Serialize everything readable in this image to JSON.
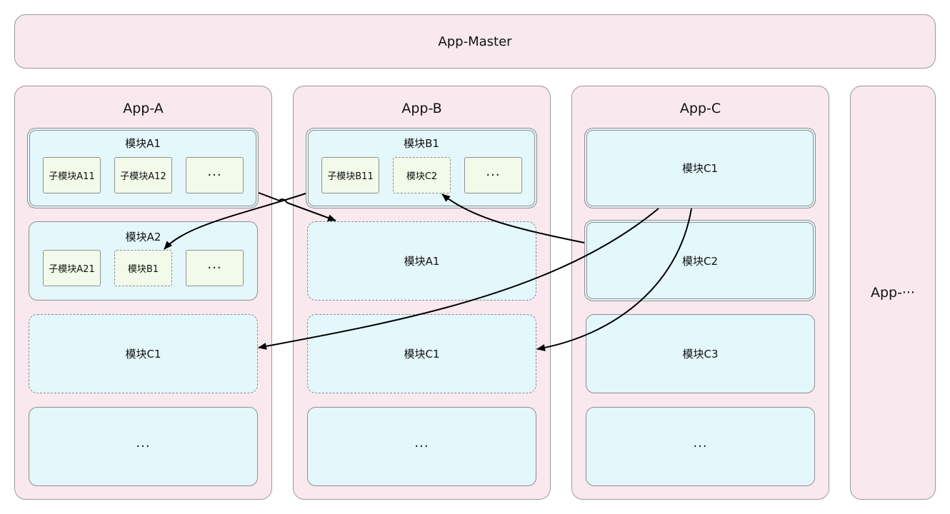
{
  "master": {
    "label": "App-Master"
  },
  "app_a": {
    "title": "App-A",
    "module_a1": {
      "label": "模块A1",
      "sub1": "子模块A11",
      "sub2": "子模块A12",
      "sub3": "···"
    },
    "module_a2": {
      "label": "模块A2",
      "sub1": "子模块A21",
      "sub2": "模块B1",
      "sub3": "···"
    },
    "module_c1": "模块C1",
    "more": "···"
  },
  "app_b": {
    "title": "App-B",
    "module_b1": {
      "label": "模块B1",
      "sub1": "子模块B11",
      "sub2": "模块C2",
      "sub3": "···"
    },
    "module_a1": "模块A1",
    "module_c1": "模块C1",
    "more": "···"
  },
  "app_c": {
    "title": "App-C",
    "module_c1": "模块C1",
    "module_c2": "模块C2",
    "module_c3": "模块C3",
    "more": "···"
  },
  "app_more": {
    "title": "App-···"
  }
}
